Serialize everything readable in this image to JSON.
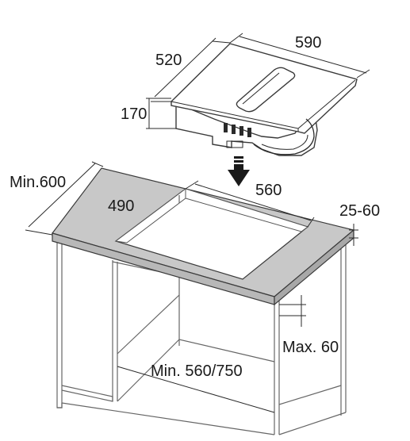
{
  "hob": {
    "width_label": "590",
    "depth_label": "520",
    "height_label": "170"
  },
  "cutout": {
    "width_label": "560",
    "depth_label": "490"
  },
  "worktop": {
    "depth_label": "Min.600",
    "thickness_label": "25-60"
  },
  "cabinet": {
    "clearance_label": "Max. 60",
    "width_label": "Min. 560/750"
  },
  "colors": {
    "worktop": "#c8c8c8",
    "line": "#2a2a2a",
    "arrow": "#1a1a1a"
  }
}
